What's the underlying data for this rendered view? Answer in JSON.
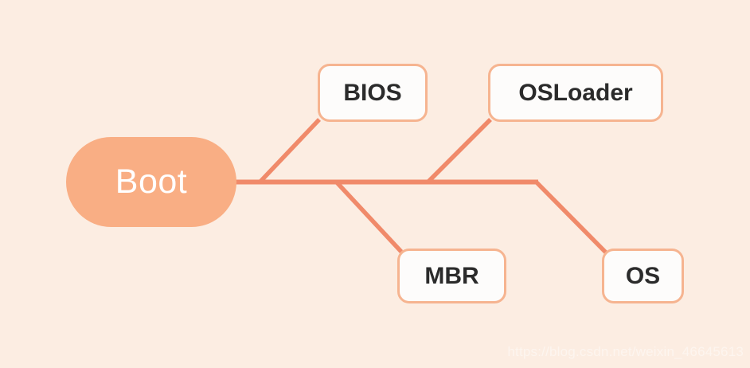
{
  "diagram": {
    "type": "fishbone-mindmap",
    "title": "Boot",
    "background_color": "#fcede2",
    "root": {
      "label": "Boot",
      "fill_color": "#f9ae84",
      "text_color": "#ffffff"
    },
    "line_color": "#f08a6a",
    "node_border_color": "#f6b490",
    "node_fill_color": "#fdfcfb",
    "node_text_color": "#2b2b2b",
    "branches": [
      {
        "label": "BIOS",
        "direction": "up"
      },
      {
        "label": "MBR",
        "direction": "down"
      },
      {
        "label": "OSLoader",
        "direction": "up"
      },
      {
        "label": "OS",
        "direction": "down"
      }
    ]
  },
  "watermark": {
    "text": "https://blog.csdn.net/weixin_46645613"
  }
}
